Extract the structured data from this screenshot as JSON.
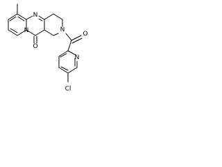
{
  "structure": {
    "atoms": {
      "n_top": "N",
      "n_bridge": "N",
      "n_ring": "N",
      "o_lactam": "O",
      "o_amide": "O",
      "n_pyridine": "N",
      "cl": "Cl"
    },
    "colors": {
      "bond": "#000000",
      "label": "#000000",
      "background": "#ffffff"
    }
  }
}
